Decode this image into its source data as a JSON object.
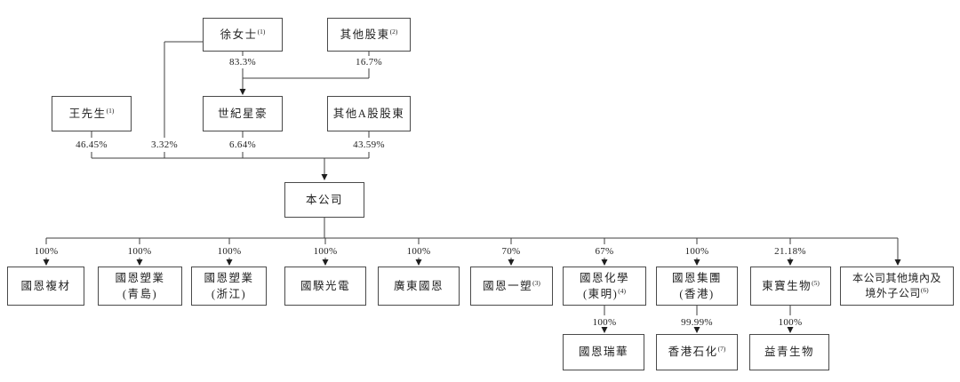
{
  "diagram": {
    "type": "shareholding-structure-flowchart",
    "background_color": "#ffffff",
    "line_color": "#3f3f3f",
    "text_color": "#1f1f1f"
  },
  "level1": {
    "ms_xu": {
      "label": "徐女士",
      "note": "(1)",
      "pct_to_century": "83.3%",
      "pct_to_company": "3.32%"
    },
    "other_shareholders": {
      "label": "其他股東",
      "note": "(2)",
      "pct_to_century": "16.7%"
    }
  },
  "level2": {
    "mr_wang": {
      "label": "王先生",
      "note": "(1)",
      "pct_to_company": "46.45%"
    },
    "century_xinghao": {
      "label": "世紀星豪",
      "pct_to_company": "6.64%"
    },
    "other_a_shareholders": {
      "label": "其他A股股東",
      "pct_to_company": "43.59%"
    }
  },
  "company": {
    "label": "本公司"
  },
  "subsidiaries": [
    {
      "pct": "100%",
      "line1": "國恩複材"
    },
    {
      "pct": "100%",
      "line1": "國恩塑業",
      "line2": "(青島)"
    },
    {
      "pct": "100%",
      "line1": "國恩塑業",
      "line2": "(浙江)"
    },
    {
      "pct": "100%",
      "line1": "國騤光電"
    },
    {
      "pct": "100%",
      "line1": "廣東國恩"
    },
    {
      "pct": "70%",
      "line1": "國恩一塑",
      "note": "(3)"
    },
    {
      "pct": "67%",
      "line1": "國恩化學",
      "line2": "(東明)",
      "note": "(4)"
    },
    {
      "pct": "100%",
      "line1": "國恩集團",
      "line2": "(香港)"
    },
    {
      "pct": "21.18%",
      "line1": "東寶生物",
      "note": "(5)"
    },
    {
      "line1": "本公司其他境內及",
      "line2": "境外子公司",
      "note": "(6)"
    }
  ],
  "sub_subsidiaries": [
    {
      "pct": "100%",
      "line1": "國恩瑞華"
    },
    {
      "pct": "99.99%",
      "line1": "香港石化",
      "note": "(7)"
    },
    {
      "pct": "100%",
      "line1": "益青生物"
    }
  ]
}
